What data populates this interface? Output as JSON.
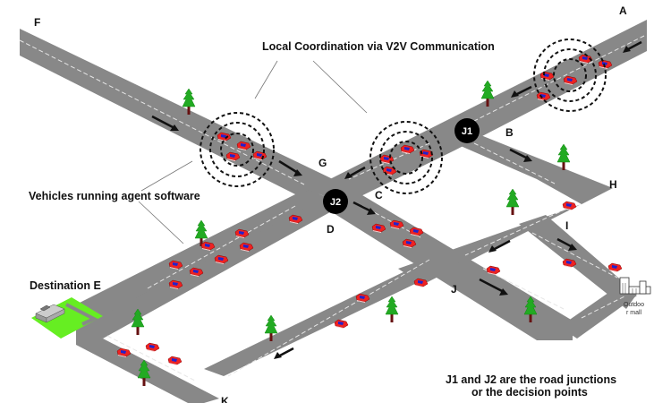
{
  "diagram": {
    "title": "Local Coordination via V2V Communication",
    "annotation_vehicles": "Vehicles running agent software",
    "destination_label": "Destination E",
    "footnote_line1": "J1 and J2 are the road junctions",
    "footnote_line2": "or the decision points",
    "mall_label_line1": "Outdoo",
    "mall_label_line2": "r mall",
    "point_labels": {
      "A": "A",
      "B": "B",
      "C": "C",
      "D": "D",
      "F": "F",
      "G": "G",
      "H": "H",
      "I": "I",
      "J": "J",
      "K": "K"
    },
    "junctions": [
      {
        "id": "J1",
        "label": "J1"
      },
      {
        "id": "J2",
        "label": "J2"
      }
    ],
    "colors": {
      "road": "#888888",
      "car_body": "#ee2222",
      "car_roof": "#2222cc",
      "tree_foliage": "#22aa22",
      "tree_trunk": "#661111",
      "destination_ground": "#66ee22",
      "junction_fill": "#000000"
    },
    "icons": {
      "vehicle": "car-icon",
      "tree": "tree-icon",
      "building": "building-icon",
      "mall": "mall-icon",
      "direction": "arrow-icon",
      "v2v_range": "communication-range-icon"
    }
  }
}
